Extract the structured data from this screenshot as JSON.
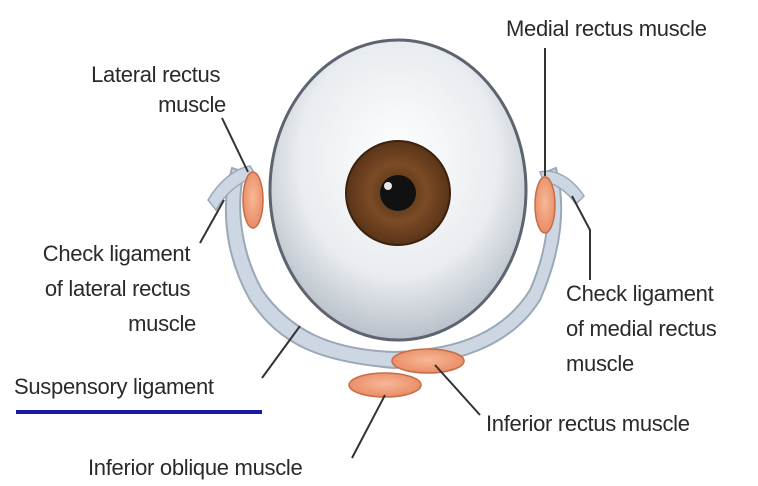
{
  "labels": {
    "lateral_rectus": [
      "Lateral rectus",
      "muscle"
    ],
    "medial_rectus": [
      "Medial rectus muscle"
    ],
    "check_lateral": [
      "Check ligament",
      "of lateral rectus",
      "muscle"
    ],
    "check_medial": [
      "Check ligament",
      "of medial rectus",
      "muscle"
    ],
    "suspensory": [
      "Suspensory ligament"
    ],
    "inferior_rectus": [
      "Inferior rectus muscle"
    ],
    "inferior_oblique": [
      "Inferior oblique muscle"
    ]
  },
  "colors": {
    "eyeball": "#e8ebef",
    "iris": "#7a4a24",
    "pupil": "#111111",
    "muscle": "#f4a37e",
    "fascia": "#cdd7e3",
    "underline": "#1a1aa8"
  }
}
